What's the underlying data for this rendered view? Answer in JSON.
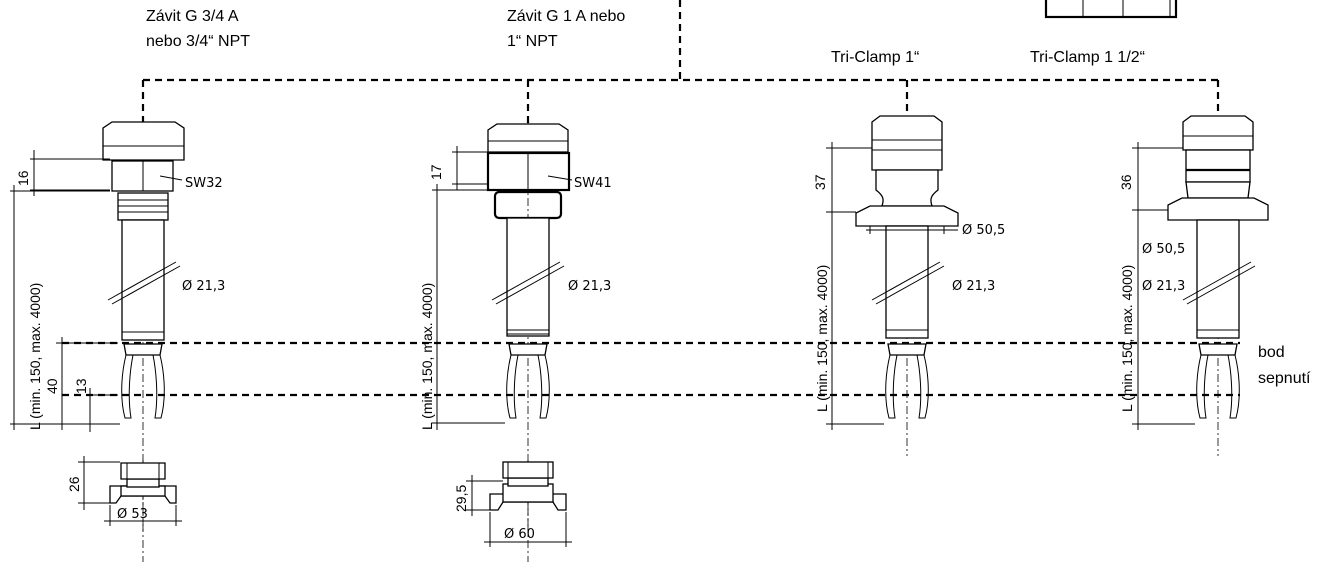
{
  "labels": {
    "v1_title_l1": "Závit G 3/4 A",
    "v1_title_l2": "nebo 3/4“ NPT",
    "v2_title_l1": "Závit G 1 A nebo",
    "v2_title_l2": "1“ NPT",
    "v3_title": "Tri-Clamp 1“",
    "v4_title": "Tri-Clamp 1 1/2“",
    "switch_point_l1": "bod",
    "switch_point_l2": "sepnutí"
  },
  "dims": {
    "v1": {
      "hex": "SW32",
      "top": "16",
      "len": "L (min. 150, max. 4000)",
      "fork": "40",
      "tip": "13",
      "dia": "Ø 21,3",
      "sock_h": "26",
      "sock_d": "Ø  53"
    },
    "v2": {
      "hex": "SW41",
      "top": "17",
      "len": "L (min. 150, max. 4000)",
      "dia": "Ø 21,3",
      "sock_h": "29,5",
      "sock_d": "Ø  60"
    },
    "v3": {
      "top": "37",
      "len": "L (min. 150, max. 4000)",
      "clamp": "Ø 50,5",
      "dia": "Ø 21,3"
    },
    "v4": {
      "top": "36",
      "len": "L (min. 150, max. 4000)",
      "clamp": "Ø 50,5",
      "dia": "Ø 21,3"
    }
  }
}
